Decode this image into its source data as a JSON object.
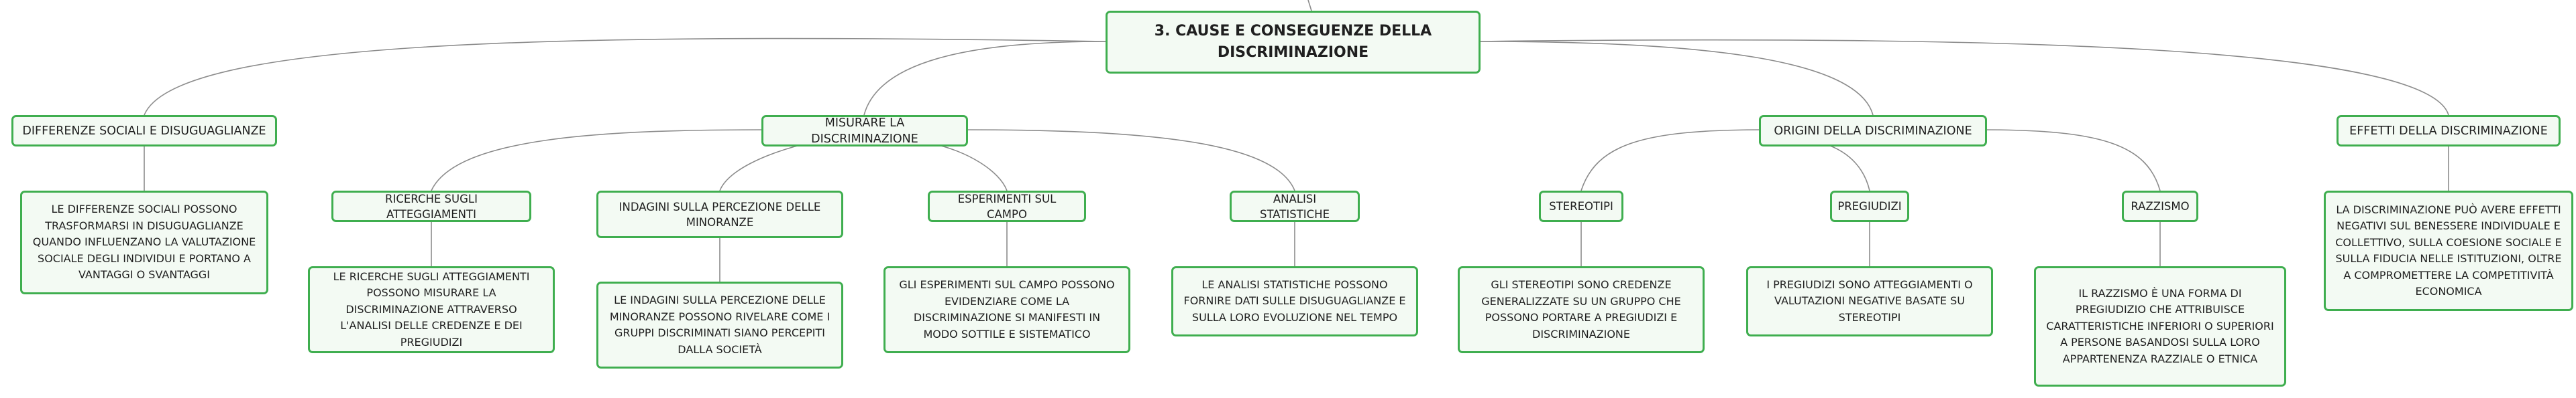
{
  "root": {
    "title": "3. CAUSE E CONSEGUENZE DELLA DISCRIMINAZIONE"
  },
  "topics": {
    "differenze": {
      "label": "DIFFERENZE SOCIALI E DISUGUAGLIANZE",
      "description": "LE DIFFERENZE SOCIALI POSSONO TRASFORMARSI IN DISUGUAGLIANZE QUANDO INFLUENZANO LA VALUTAZIONE SOCIALE DEGLI INDIVIDUI E PORTANO A VANTAGGI O SVANTAGGI"
    },
    "misurare": {
      "label": "MISURARE LA DISCRIMINAZIONE",
      "ricerche": {
        "label": "RICERCHE SUGLI ATTEGGIAMENTI",
        "description": "LE RICERCHE SUGLI ATTEGGIAMENTI POSSONO MISURARE LA DISCRIMINAZIONE ATTRAVERSO L'ANALISI DELLE CREDENZE E DEI PREGIUDIZI"
      },
      "indagini": {
        "label": "INDAGINI SULLA PERCEZIONE DELLE MINORANZE",
        "description": "LE INDAGINI SULLA PERCEZIONE DELLE MINORANZE POSSONO RIVELARE COME I GRUPPI DISCRIMINATI SIANO PERCEPITI DALLA SOCIETÀ"
      },
      "esperimenti": {
        "label": "ESPERIMENTI SUL CAMPO",
        "description": "GLI ESPERIMENTI SUL CAMPO POSSONO EVIDENZIARE COME LA DISCRIMINAZIONE SI MANIFESTI IN MODO SOTTILE E SISTEMATICO"
      },
      "analisi": {
        "label": "ANALISI STATISTICHE",
        "description": "LE ANALISI STATISTICHE POSSONO FORNIRE DATI SULLE DISUGUAGLIANZE E SULLA LORO EVOLUZIONE NEL TEMPO"
      }
    },
    "origini": {
      "label": "ORIGINI DELLA DISCRIMINAZIONE",
      "stereotipi": {
        "label": "STEREOTIPI",
        "description": "GLI STEREOTIPI SONO CREDENZE GENERALIZZATE SU UN GRUPPO CHE POSSONO PORTARE A PREGIUDIZI E DISCRIMINAZIONE"
      },
      "pregiudizi": {
        "label": "PREGIUDIZI",
        "description": "I PREGIUDIZI SONO ATTEGGIAMENTI O VALUTAZIONI NEGATIVE BASATE SU STEREOTIPI"
      },
      "razzismo": {
        "label": "RAZZISMO",
        "description": "IL RAZZISMO È UNA FORMA DI PREGIUDIZIO CHE ATTRIBUISCE CARATTERISTICHE INFERIORI O SUPERIORI A PERSONE BASANDOSI SULLA LORO APPARTENENZA RAZZIALE O ETNICA"
      }
    },
    "effetti": {
      "label": "EFFETTI DELLA DISCRIMINAZIONE",
      "description": "LA DISCRIMINAZIONE PUÒ AVERE EFFETTI NEGATIVI SUL BENESSERE INDIVIDUALE E COLLETTIVO, SULLA COESIONE SOCIALE E SULLA FIDUCIA NELLE ISTITUZIONI, OLTRE A COMPROMETTERE LA COMPETITIVITÀ ECONOMICA"
    }
  }
}
